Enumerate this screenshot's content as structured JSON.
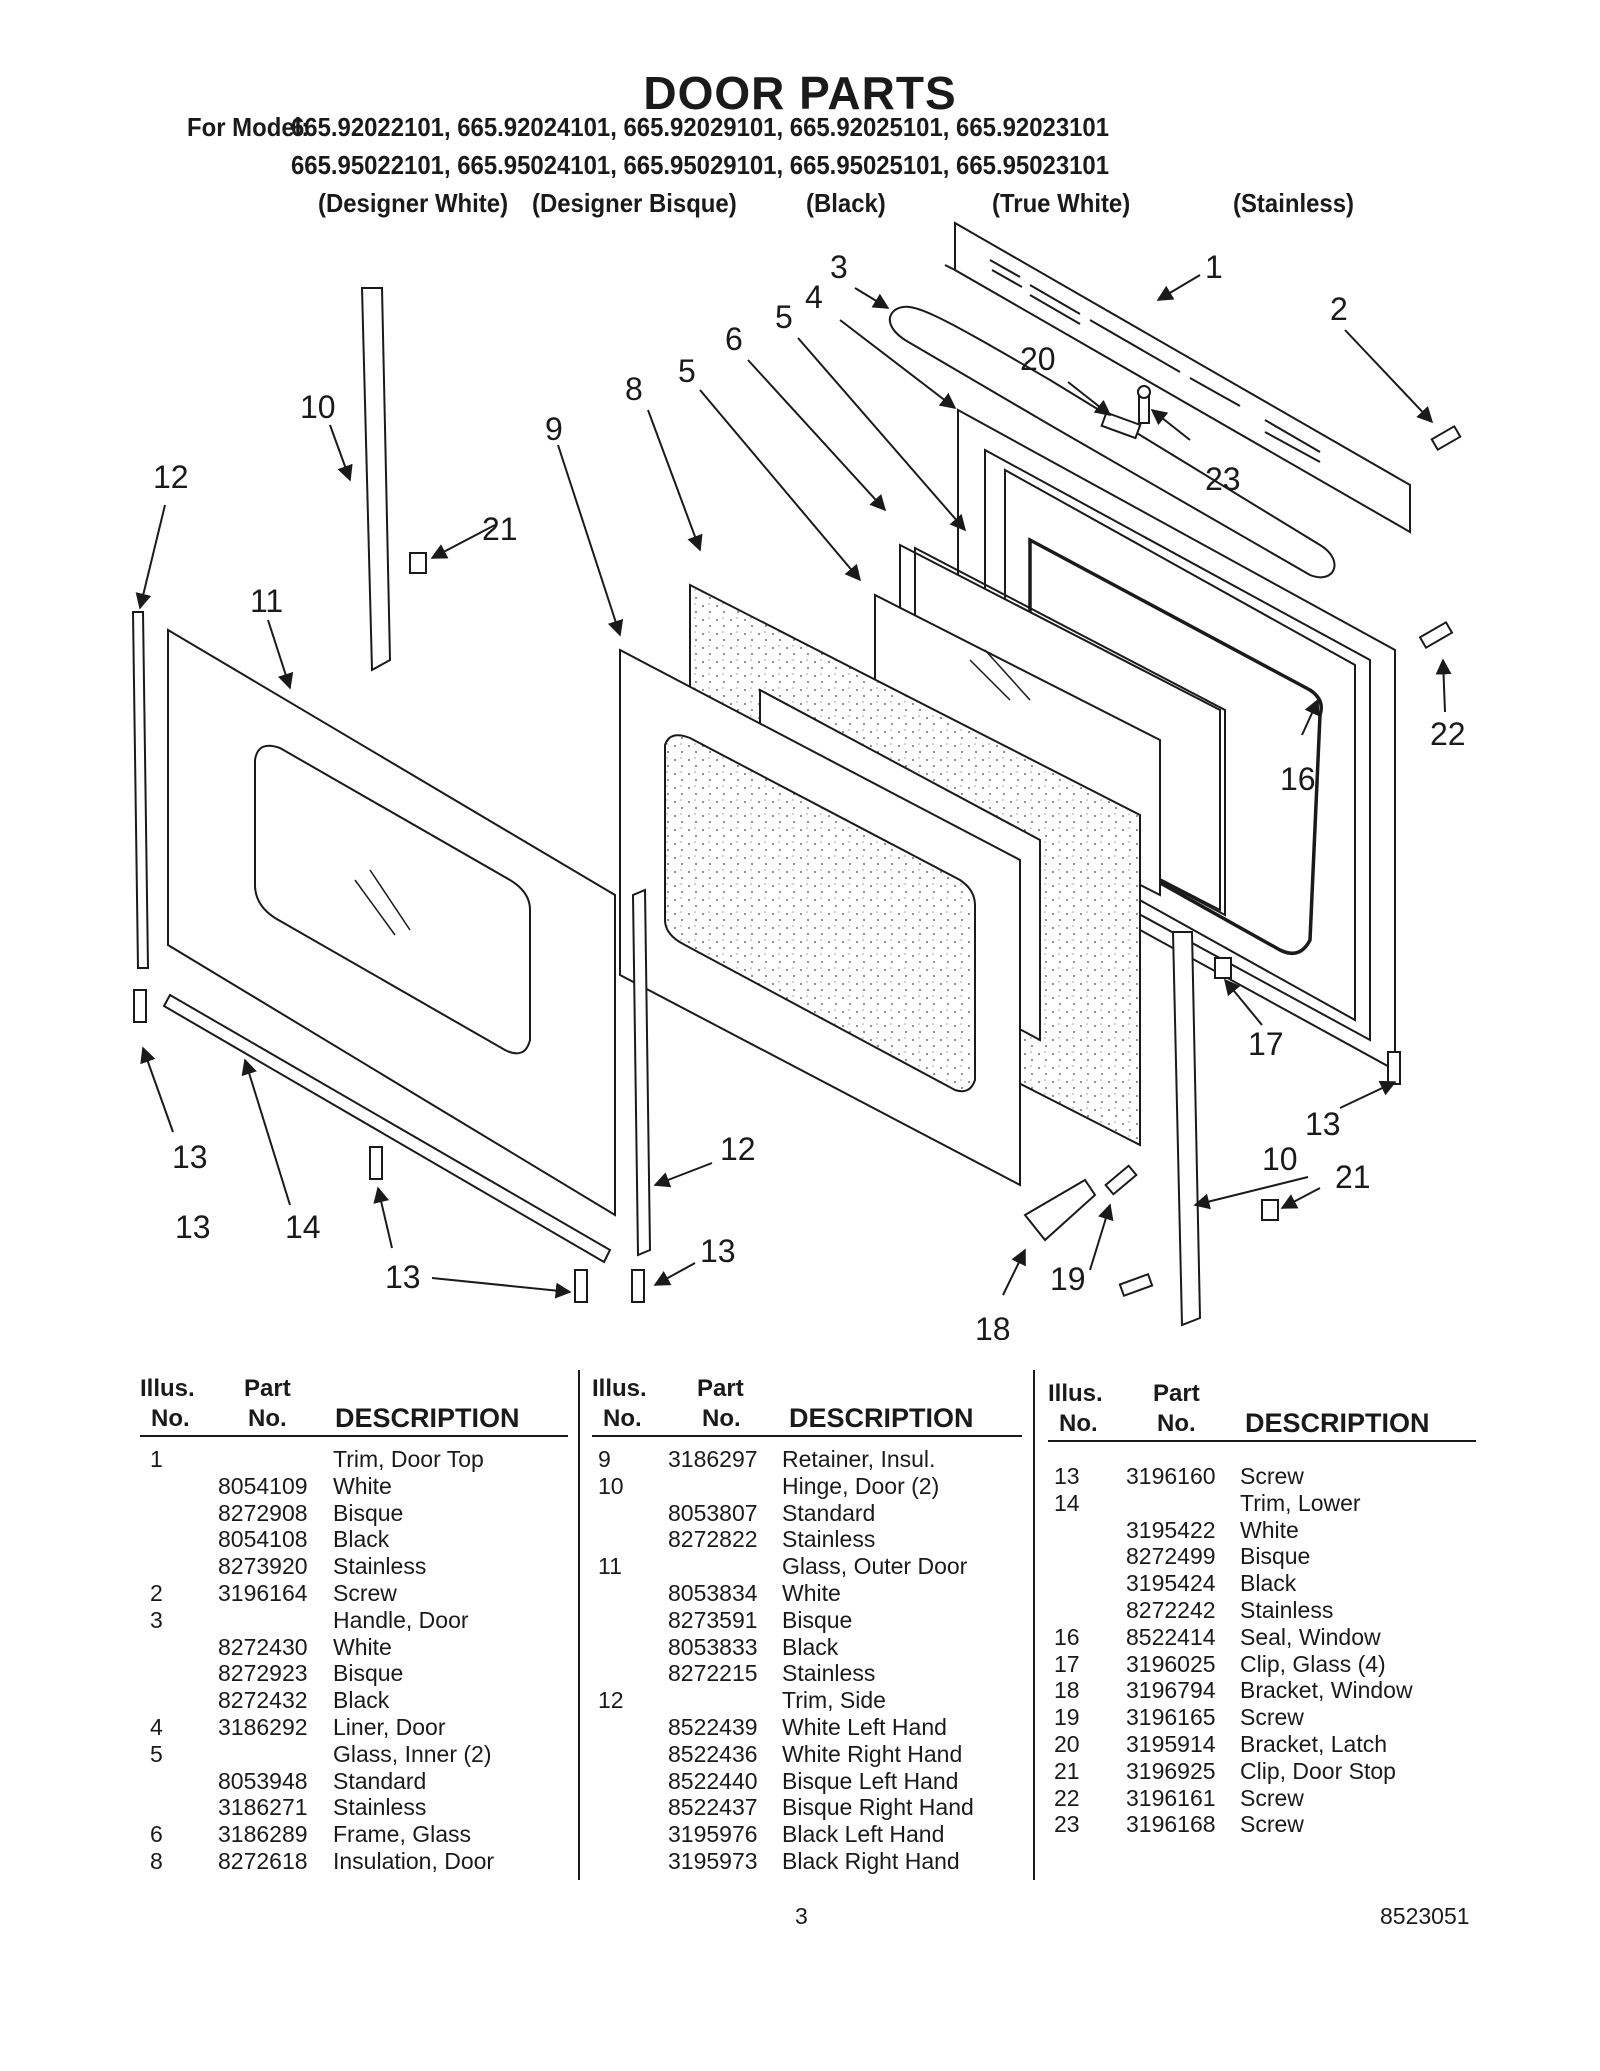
{
  "title": "DOOR PARTS",
  "for_model_label": "For Model:",
  "models_row1": "665.92022101, 665.92024101, 665.92029101, 665.92025101, 665.92023101",
  "models_row2": "665.95022101, 665.95024101, 665.95029101, 665.95025101, 665.95023101",
  "colors": [
    "(Designer White)",
    "(Designer Bisque)",
    "(Black)",
    "(True White)",
    "(Stainless)"
  ],
  "callouts": [
    "1",
    "2",
    "3",
    "4",
    "5",
    "5",
    "6",
    "8",
    "9",
    "10",
    "10",
    "11",
    "12",
    "12",
    "13",
    "13",
    "13",
    "13",
    "13",
    "14",
    "16",
    "17",
    "18",
    "19",
    "20",
    "21",
    "21",
    "22",
    "23"
  ],
  "table_headers": {
    "illus": "Illus.",
    "no": "No.",
    "part": "Part",
    "part_no": "No.",
    "description": "DESCRIPTION"
  },
  "columns": [
    {
      "rows": [
        {
          "illus": "1",
          "part": "",
          "desc": "Trim, Door Top"
        },
        {
          "illus": "",
          "part": "8054109",
          "desc": "White"
        },
        {
          "illus": "",
          "part": "8272908",
          "desc": "Bisque"
        },
        {
          "illus": "",
          "part": "8054108",
          "desc": "Black"
        },
        {
          "illus": "",
          "part": "8273920",
          "desc": "Stainless"
        },
        {
          "illus": "2",
          "part": "3196164",
          "desc": "Screw"
        },
        {
          "illus": "3",
          "part": "",
          "desc": "Handle, Door"
        },
        {
          "illus": "",
          "part": "8272430",
          "desc": "White"
        },
        {
          "illus": "",
          "part": "8272923",
          "desc": "Bisque"
        },
        {
          "illus": "",
          "part": "8272432",
          "desc": "Black"
        },
        {
          "illus": "4",
          "part": "3186292",
          "desc": "Liner, Door"
        },
        {
          "illus": "5",
          "part": "",
          "desc": "Glass, Inner (2)"
        },
        {
          "illus": "",
          "part": "8053948",
          "desc": "Standard"
        },
        {
          "illus": "",
          "part": "3186271",
          "desc": "Stainless"
        },
        {
          "illus": "6",
          "part": "3186289",
          "desc": "Frame, Glass"
        },
        {
          "illus": "8",
          "part": "8272618",
          "desc": "Insulation, Door"
        }
      ]
    },
    {
      "rows": [
        {
          "illus": "9",
          "part": "3186297",
          "desc": "Retainer, Insul."
        },
        {
          "illus": "10",
          "part": "",
          "desc": "Hinge, Door (2)"
        },
        {
          "illus": "",
          "part": "8053807",
          "desc": "Standard"
        },
        {
          "illus": "",
          "part": "8272822",
          "desc": "Stainless"
        },
        {
          "illus": "11",
          "part": "",
          "desc": "Glass, Outer Door"
        },
        {
          "illus": "",
          "part": "8053834",
          "desc": "White"
        },
        {
          "illus": "",
          "part": "8273591",
          "desc": "Bisque"
        },
        {
          "illus": "",
          "part": "8053833",
          "desc": "Black"
        },
        {
          "illus": "",
          "part": "8272215",
          "desc": "Stainless"
        },
        {
          "illus": "12",
          "part": "",
          "desc": "Trim, Side"
        },
        {
          "illus": "",
          "part": "8522439",
          "desc": "White Left Hand"
        },
        {
          "illus": "",
          "part": "8522436",
          "desc": "White Right Hand"
        },
        {
          "illus": "",
          "part": "8522440",
          "desc": "Bisque Left Hand"
        },
        {
          "illus": "",
          "part": "8522437",
          "desc": "Bisque Right Hand"
        },
        {
          "illus": "",
          "part": "3195976",
          "desc": "Black Left Hand"
        },
        {
          "illus": "",
          "part": "3195973",
          "desc": "Black Right Hand"
        }
      ]
    },
    {
      "rows": [
        {
          "illus": "13",
          "part": "3196160",
          "desc": "Screw"
        },
        {
          "illus": "14",
          "part": "",
          "desc": "Trim, Lower"
        },
        {
          "illus": "",
          "part": "3195422",
          "desc": "White"
        },
        {
          "illus": "",
          "part": "8272499",
          "desc": "Bisque"
        },
        {
          "illus": "",
          "part": "3195424",
          "desc": "Black"
        },
        {
          "illus": "",
          "part": "8272242",
          "desc": "Stainless"
        },
        {
          "illus": "16",
          "part": "8522414",
          "desc": "Seal, Window"
        },
        {
          "illus": "17",
          "part": "3196025",
          "desc": "Clip, Glass (4)"
        },
        {
          "illus": "18",
          "part": "3196794",
          "desc": "Bracket, Window"
        },
        {
          "illus": "19",
          "part": "3196165",
          "desc": "Screw"
        },
        {
          "illus": "20",
          "part": "3195914",
          "desc": "Bracket, Latch"
        },
        {
          "illus": "21",
          "part": "3196925",
          "desc": "Clip, Door Stop"
        },
        {
          "illus": "22",
          "part": "3196161",
          "desc": "Screw"
        },
        {
          "illus": "23",
          "part": "3196168",
          "desc": "Screw"
        }
      ]
    }
  ],
  "footer": {
    "page_number": "3",
    "doc_number": "8523051"
  }
}
